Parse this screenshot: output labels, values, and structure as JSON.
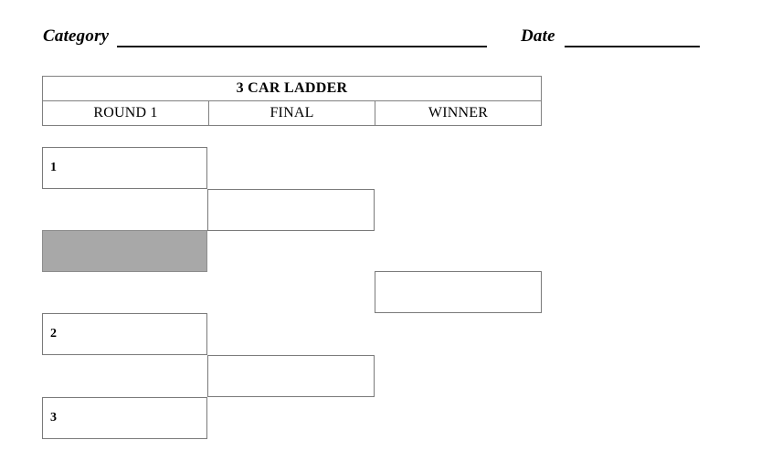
{
  "header": {
    "category_label": "Category",
    "date_label": "Date"
  },
  "table": {
    "title": "3 CAR LADDER",
    "columns": [
      "ROUND 1",
      "FINAL",
      "WINNER"
    ]
  },
  "bracket": {
    "round1": [
      {
        "seed": "1",
        "filled": false
      },
      {
        "seed": "",
        "filled": true
      },
      {
        "seed": "2",
        "filled": false
      },
      {
        "seed": "3",
        "filled": false
      }
    ],
    "final": [
      {
        "seed": ""
      },
      {
        "seed": ""
      }
    ],
    "winner": {
      "seed": ""
    }
  },
  "colors": {
    "filled_slot": "#a8a8a8",
    "box_border": "#7a7a7a",
    "table_border": "#808080",
    "rule": "#111111",
    "text": "#000000",
    "page_background": "#ffffff"
  }
}
